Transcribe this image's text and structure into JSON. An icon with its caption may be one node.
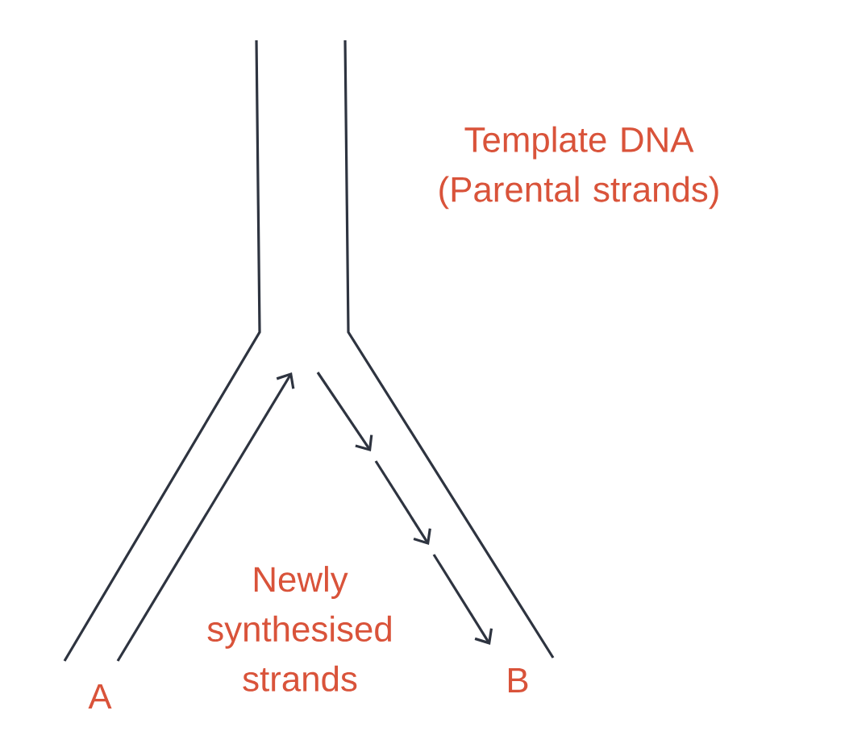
{
  "diagram": {
    "labels": [
      "Template DNA (Parental strands)",
      "Newly synthesised strands",
      "B",
      "A"
    ]
  }
}
